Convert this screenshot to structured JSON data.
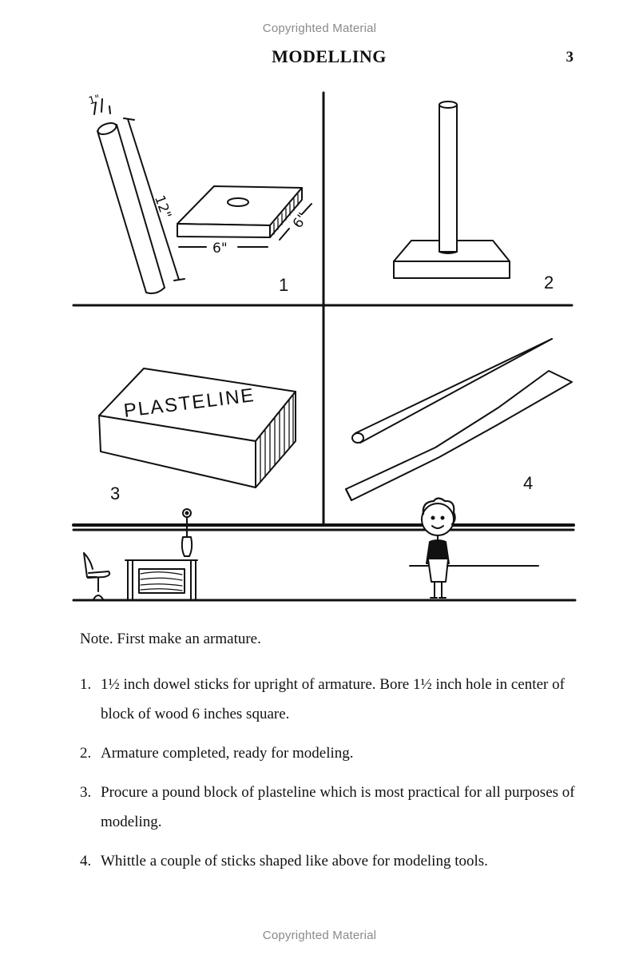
{
  "header": {
    "copyright_top": "Copyrighted Material",
    "title": "MODELLING",
    "page_number": "3"
  },
  "illustration": {
    "panels": [
      {
        "label": "1",
        "dim_diameter": "1\"",
        "dim_length": "12\"",
        "dim_width": "6\"",
        "dim_depth": "6\""
      },
      {
        "label": "2"
      },
      {
        "label": "3",
        "box_text": "PLASTELINE"
      },
      {
        "label": "4"
      }
    ]
  },
  "note": "Note. First make an armature.",
  "steps": [
    {
      "num": "1.",
      "text": "1½ inch dowel sticks for upright of armature. Bore 1½ inch hole in center of block of wood 6 inches square."
    },
    {
      "num": "2.",
      "text": "Armature completed, ready for modeling."
    },
    {
      "num": "3.",
      "text": "Procure a pound block of plasteline which is most practical for all purposes of modeling."
    },
    {
      "num": "4.",
      "text": "Whittle a couple of sticks shaped like above for modeling tools."
    }
  ],
  "footer": {
    "copyright_bottom": "Copyrighted Material"
  }
}
